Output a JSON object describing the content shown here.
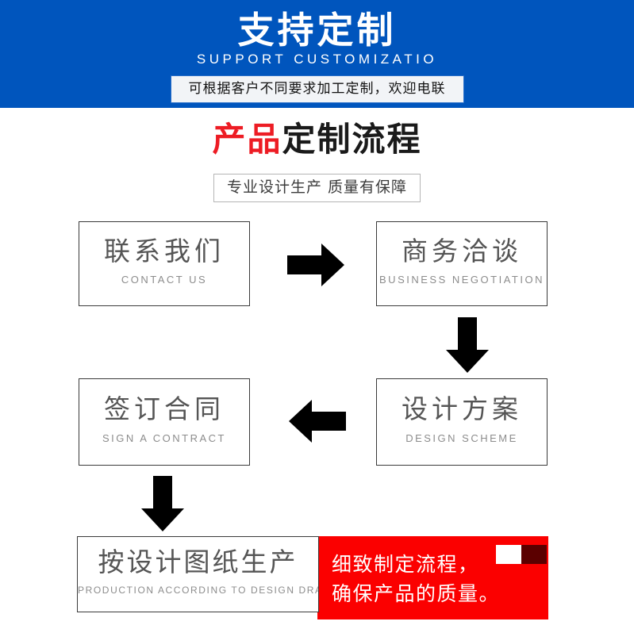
{
  "banner": {
    "title": "支持定制",
    "subtitle_en": "SUPPORT CUSTOMIZATIO",
    "tagline": "可根据客户不同要求加工定制，欢迎电联",
    "bg_color": "#0055bd",
    "tag_bg_color": "#f2f4f7",
    "tag_border_color": "#2a6fc9"
  },
  "section": {
    "title_red": "产品",
    "title_black": "定制流程",
    "title_red_color": "#ed1c24",
    "title_black_color": "#1a1a1a",
    "subtitle": "专业设计生产 质量有保障"
  },
  "flow": {
    "steps": [
      {
        "id": "contact",
        "cn": "联系我们",
        "en": "CONTACT US"
      },
      {
        "id": "business",
        "cn": "商务洽谈",
        "en": "BUSINESS  NEGOTIATION"
      },
      {
        "id": "design",
        "cn": "设计方案",
        "en": "DESIGN  SCHEME"
      },
      {
        "id": "sign",
        "cn": "签订合同",
        "en": "SIGN A CONTRACT"
      },
      {
        "id": "production",
        "cn": "按设计图纸生产",
        "en": "PRODUCTION  ACCORDING  TO  DESIGN  DRAWINGS"
      }
    ],
    "arrows": [
      {
        "id": "arrow-right-1",
        "direction": "right"
      },
      {
        "id": "arrow-down-1",
        "direction": "down"
      },
      {
        "id": "arrow-left-1",
        "direction": "left"
      },
      {
        "id": "arrow-down-2",
        "direction": "down"
      }
    ],
    "box_border_color": "#3a3a3a",
    "cn_text_color": "#555555",
    "en_text_color": "#8c8c8c"
  },
  "quality_panel": {
    "line1": "细致制定流程，",
    "line2": "确保产品的质量。",
    "bg_color": "#fb0000",
    "text_color": "#ffffff",
    "deco_white_color": "#ffffff",
    "deco_dark_color": "#5b0000"
  }
}
